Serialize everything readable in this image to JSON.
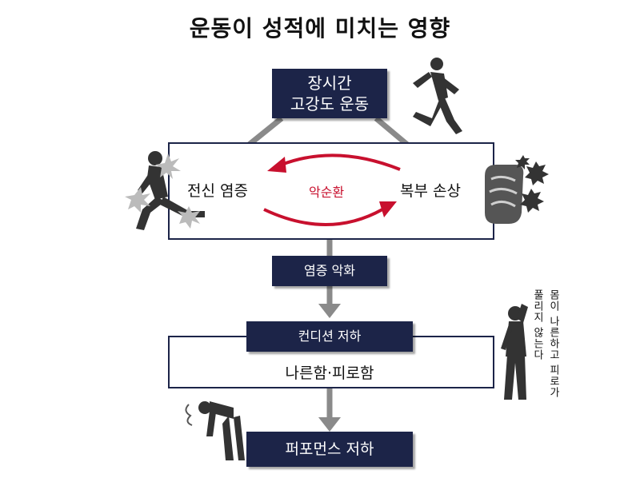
{
  "title": "운동이 성적에 미치는 영향",
  "top_box": {
    "line1": "장시간",
    "line2": "고강도 운동"
  },
  "cycle": {
    "left_label": "전신 염증",
    "center_label": "악순환",
    "right_label": "복부 손상"
  },
  "inflammation_box": "염증 악화",
  "condition_box": "컨디션 저하",
  "fatigue_text": "나른함·피로함",
  "performance_box": "퍼포먼스 저하",
  "side_note": {
    "col1": "몸이 나른하고 피로가",
    "col2": "풀리지 않는다"
  },
  "colors": {
    "navy": "#1c2448",
    "arrow_gray": "#8a8a8a",
    "cycle_red": "#c8102e"
  },
  "icons": [
    "runner-icon",
    "inflamed-athlete-icon",
    "damaged-intestine-icon",
    "tired-person-icon",
    "exhausted-athlete-icon"
  ]
}
